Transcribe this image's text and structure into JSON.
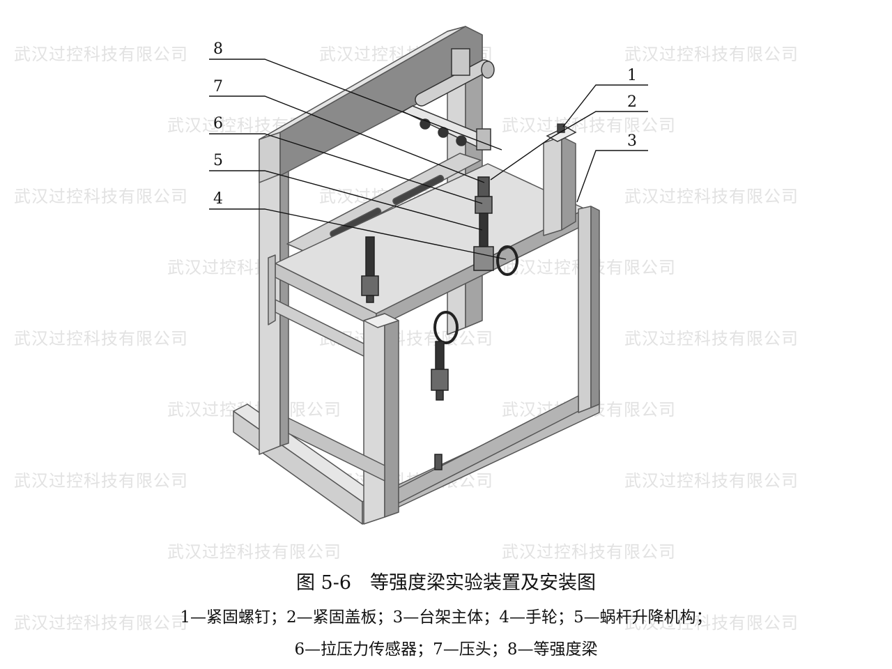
{
  "watermark": "武汉过控科技有限公司",
  "callouts": [
    "1",
    "2",
    "3",
    "4",
    "5",
    "6",
    "7",
    "8"
  ],
  "caption": {
    "title": "图 5-6　等强度梁实验装置及安装图",
    "line1": "1—紧固螺钉；2—紧固盖板；3—台架主体；4—手轮；5—蜗杆升降机构；",
    "line2": "6—拉压力传感器；7—压头；8—等强度梁"
  },
  "colors": {
    "frame_light": "#dcdcdc",
    "frame_mid": "#b8b8b8",
    "frame_dark": "#707070",
    "ink": "#111111",
    "watermark": "#e2e2e2"
  }
}
